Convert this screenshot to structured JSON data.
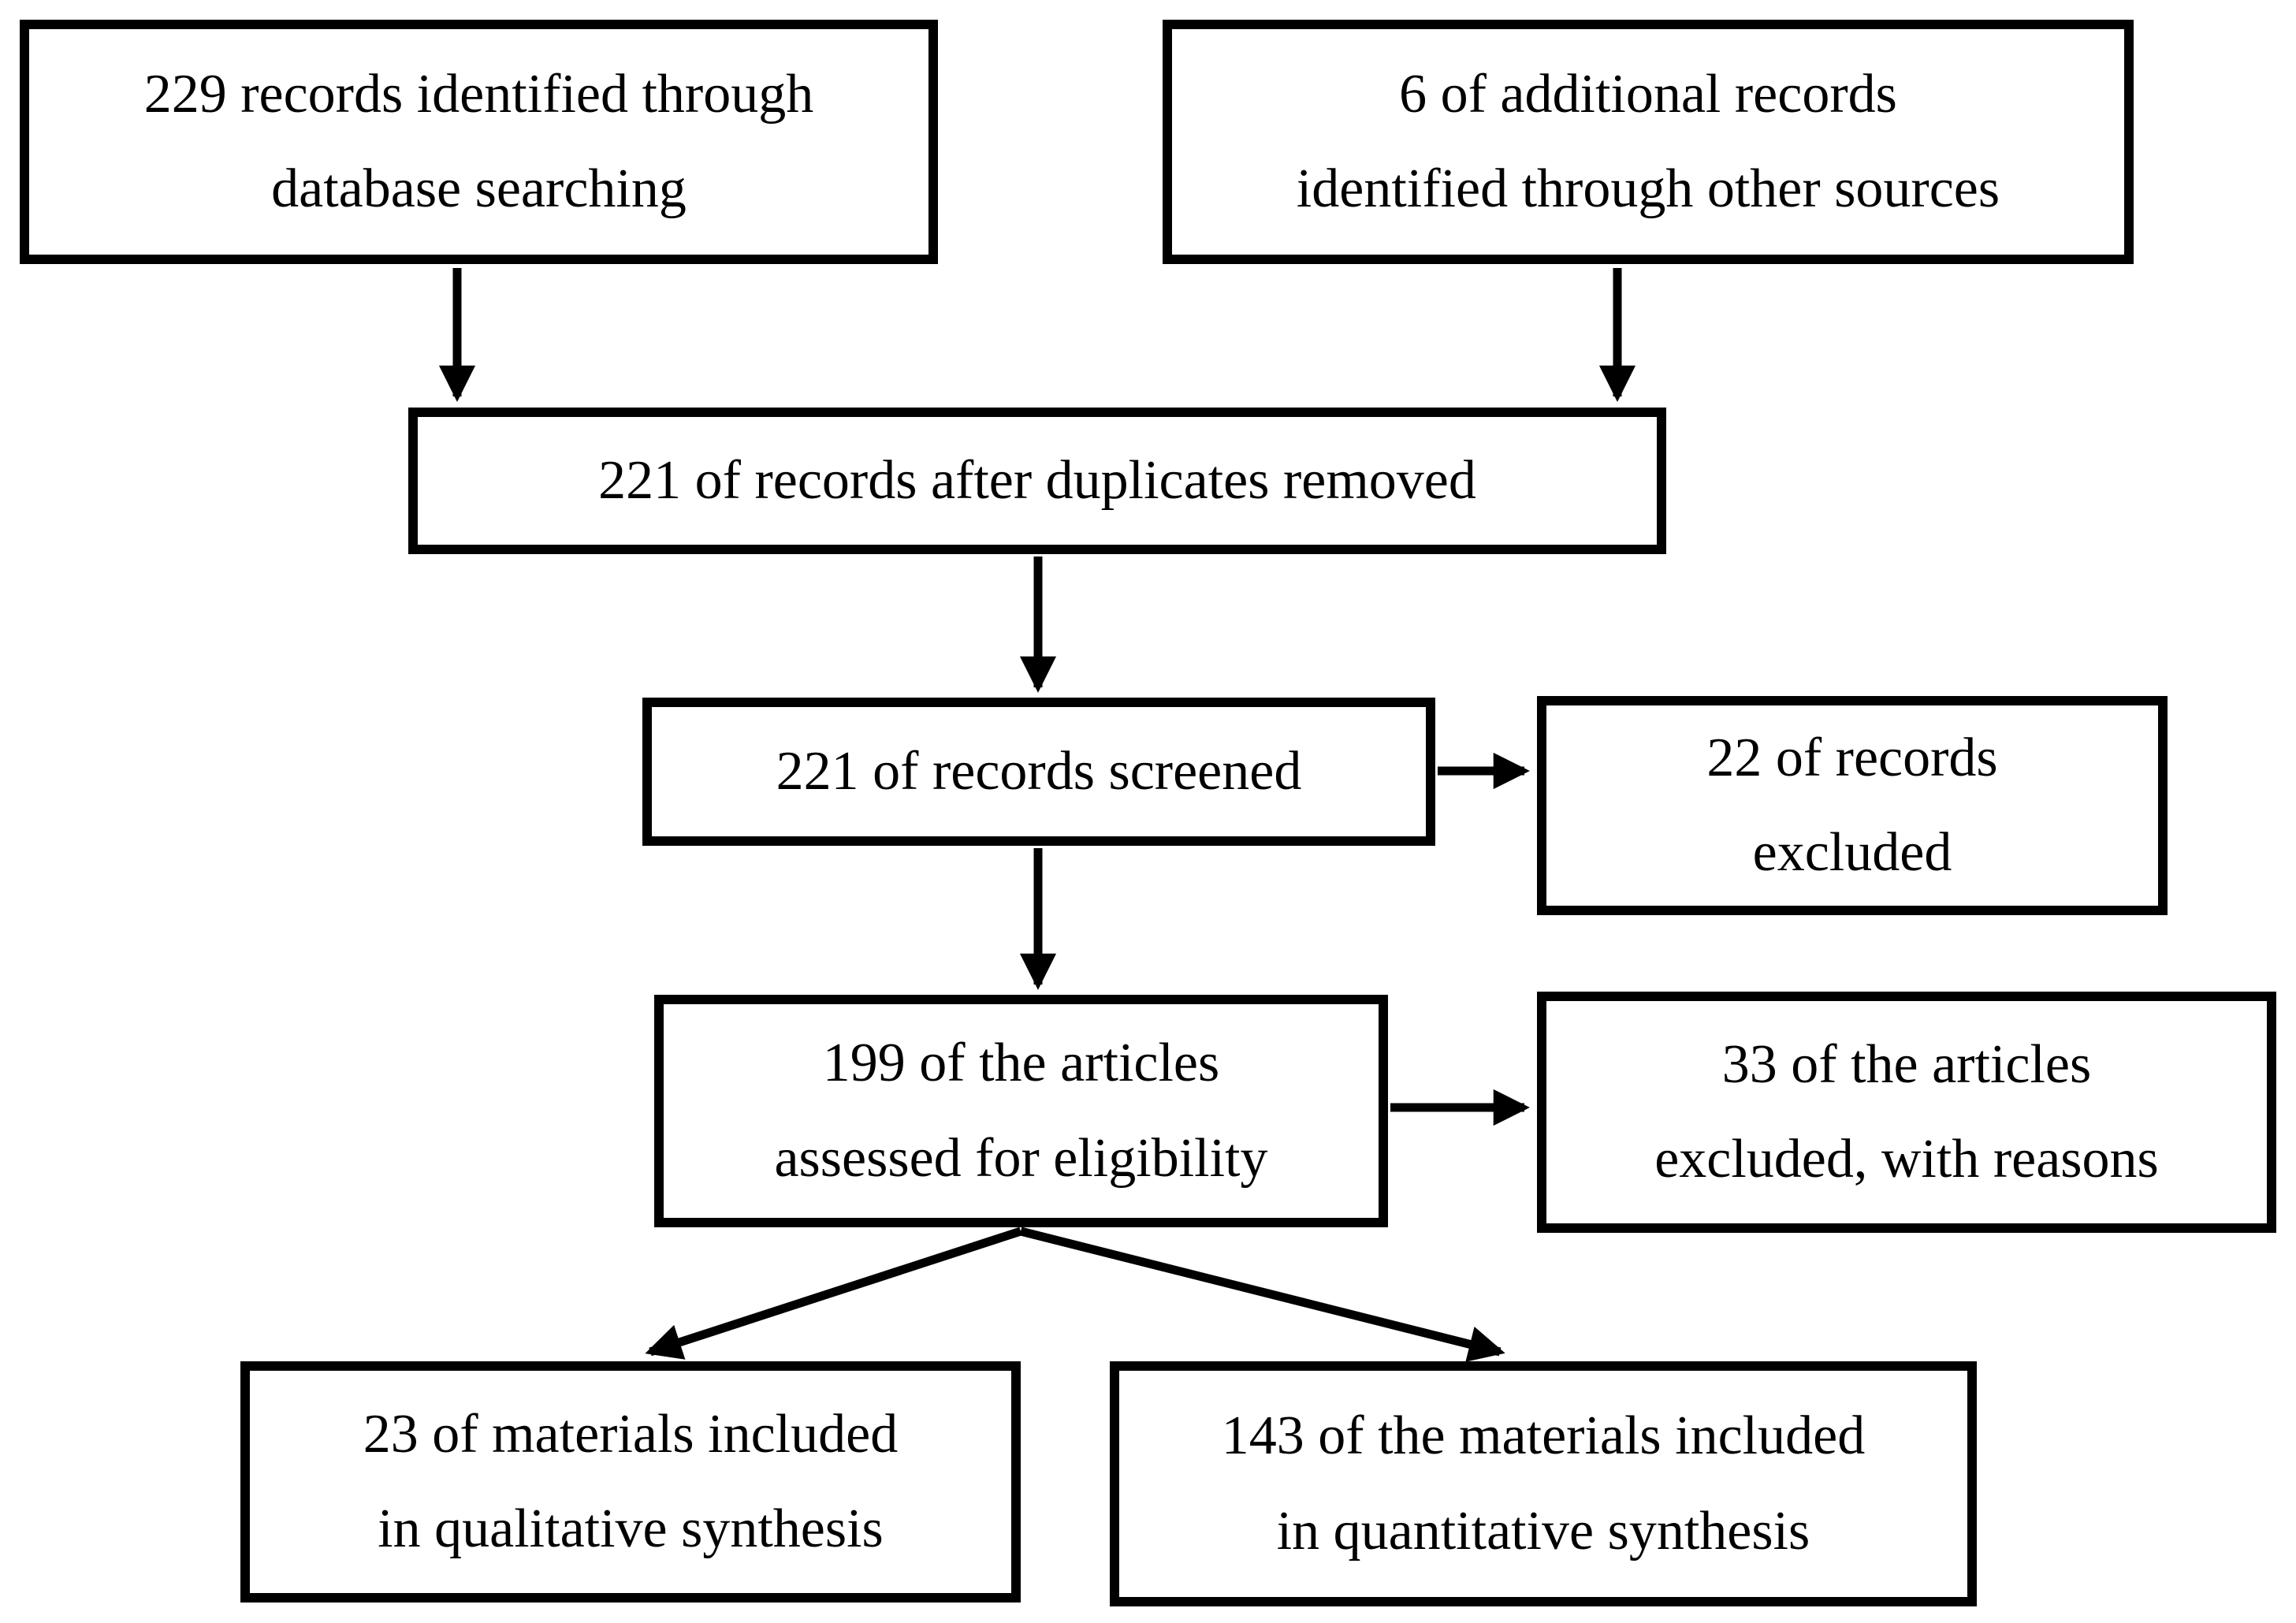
{
  "diagram": {
    "colors": {
      "background": "#ffffff",
      "box_border": "#000000",
      "text": "#000000",
      "arrow": "#000000"
    },
    "nodes": {
      "identification_db": {
        "lines": [
          "229 records identified through",
          "database searching"
        ]
      },
      "identification_other": {
        "lines": [
          "6 of additional records",
          "identified through other sources"
        ]
      },
      "duplicates_removed": {
        "lines": [
          "221 of records after duplicates removed"
        ]
      },
      "records_screened": {
        "lines": [
          "221 of records screened"
        ]
      },
      "records_excluded": {
        "lines": [
          "22 of records",
          "excluded"
        ]
      },
      "eligibility": {
        "lines": [
          "199 of the articles",
          "assessed for eligibility"
        ]
      },
      "articles_excluded": {
        "lines": [
          "33 of the articles",
          "excluded, with reasons"
        ]
      },
      "qualitative_synthesis": {
        "lines": [
          "23 of materials included",
          "in qualitative synthesis"
        ]
      },
      "quantitative_synthesis": {
        "lines": [
          "143 of the materials included",
          "in quantitative synthesis"
        ]
      }
    },
    "edges": [
      {
        "from": "identification_db",
        "to": "duplicates_removed",
        "style": "arrow-down"
      },
      {
        "from": "identification_other",
        "to": "duplicates_removed",
        "style": "arrow-down"
      },
      {
        "from": "duplicates_removed",
        "to": "records_screened",
        "style": "arrow-down"
      },
      {
        "from": "records_screened",
        "to": "records_excluded",
        "style": "arrow-right"
      },
      {
        "from": "records_screened",
        "to": "eligibility",
        "style": "arrow-down"
      },
      {
        "from": "eligibility",
        "to": "articles_excluded",
        "style": "arrow-right"
      },
      {
        "from": "eligibility",
        "to": "qualitative_synthesis",
        "style": "arrow-diagonal-left"
      },
      {
        "from": "eligibility",
        "to": "quantitative_synthesis",
        "style": "arrow-diagonal-right"
      }
    ]
  }
}
